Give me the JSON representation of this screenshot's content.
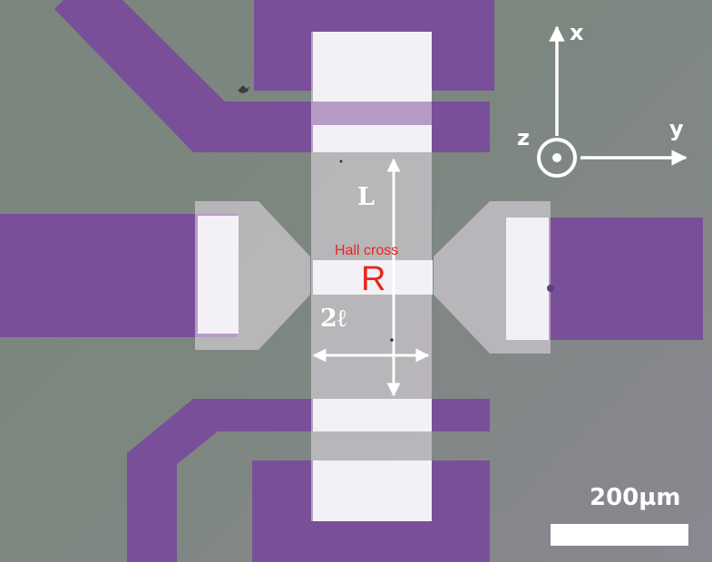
{
  "micrograph": {
    "colors": {
      "substrate": "#7a867d",
      "electrode_purple": "#7a4f9a",
      "film_white": "#f4f1f6",
      "film_translucent": "#e7dde8",
      "annotation": "#ffffff",
      "hall_label_red": "#e8261c"
    },
    "hall_cross": {
      "caption": "Hall cross",
      "region_label": "R"
    },
    "dimensions": {
      "length_label": "L",
      "width_label": "2ℓ"
    },
    "axes": {
      "x_label": "x",
      "y_label": "y",
      "z_label": "z"
    },
    "scale_bar": {
      "label": "200µm"
    }
  }
}
